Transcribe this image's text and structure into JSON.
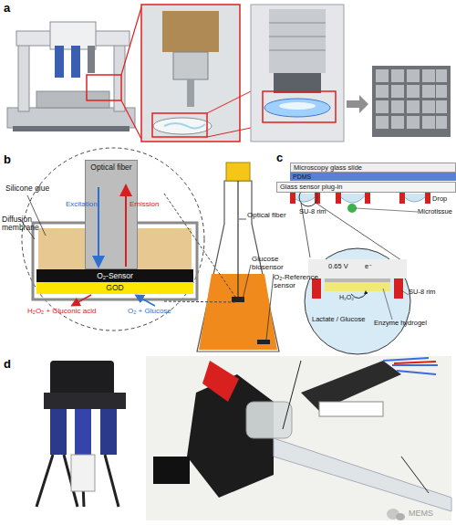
{
  "diagram": {
    "nodes": [
      {
        "text": [
          "Optical fiber"
        ]
      },
      {
        "text": [
          "O₂-Sensor"
        ]
      },
      {
        "text": [
          "GOD"
        ]
      },
      {
        "text": [
          "Microscopy glass slide"
        ]
      },
      {
        "text": [
          "PDMS"
        ]
      },
      {
        "text": [
          "Glass sensor plug-in"
        ]
      }
    ],
    "labels": [
      "a",
      "b",
      "Silicone glue",
      "Excitation",
      "Emission",
      "Diffusion membrane",
      "H₂O₂ + Gluconic acid",
      "O₂ + Glucose",
      "Optical fiber",
      "Glucose biosensor",
      "O₂-Reference sensor",
      "c",
      "SU-8 rim",
      "Drop",
      "Microtissue",
      "0.65 V",
      "e⁻",
      "H₂O₂",
      "SU-8 rim",
      "Lactate / Glucose",
      "Enzyme hydrogel",
      "d",
      "MEMS"
    ]
  }
}
